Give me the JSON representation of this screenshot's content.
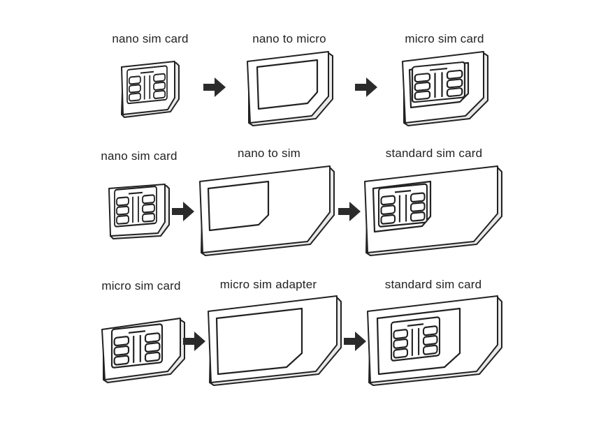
{
  "rows": [
    {
      "labels": [
        "nano sim card",
        "nano to micro",
        "micro sim card"
      ]
    },
    {
      "labels": [
        "nano sim card",
        "nano to sim",
        "standard sim card"
      ]
    },
    {
      "labels": [
        "micro sim card",
        "micro sim adapter",
        "standard sim card"
      ]
    }
  ],
  "icons": {
    "arrow": "right-arrow-icon",
    "chip": "sim-chip-icon"
  },
  "colors": {
    "stroke": "#222222",
    "edge": "#e9e9e9",
    "arrow": "#2b2b2b"
  }
}
